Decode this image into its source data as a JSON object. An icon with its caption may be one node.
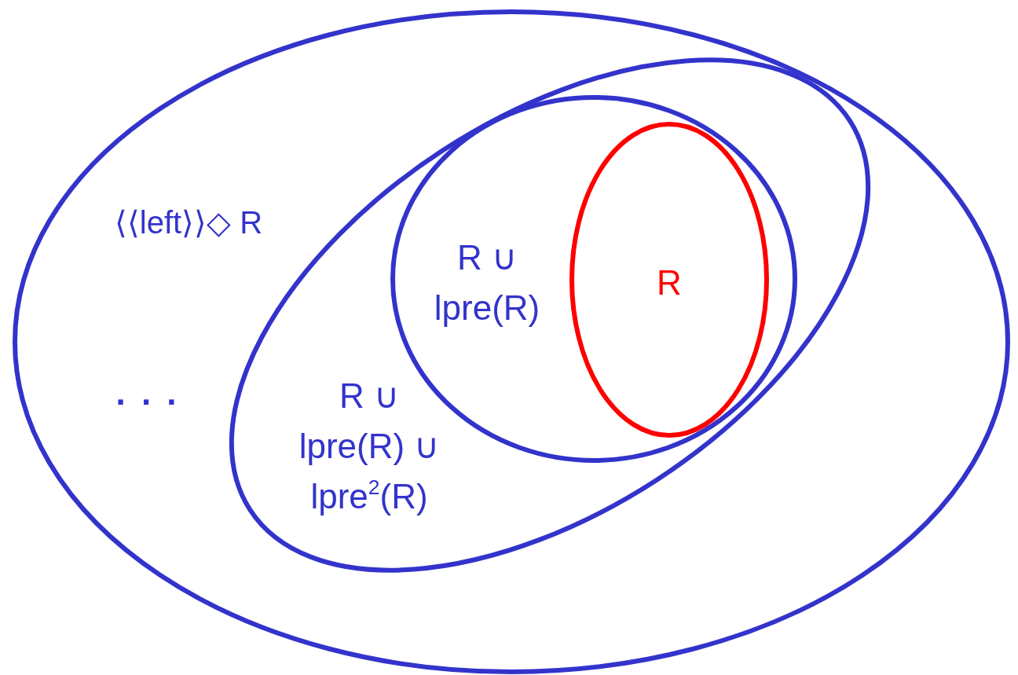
{
  "diagram": {
    "nodes": [
      {
        "text": [
          "⟨⟨left⟩⟩◇ R",
          ". . ."
        ]
      },
      {
        "text": [
          "R ∪ lpre(R) ∪ lpre$^{2}$(R)"
        ],
        "in": 0
      },
      {
        "text": [
          "R ∪ lpre(R)"
        ],
        "in": 1
      },
      {
        "text": [
          "R"
        ],
        "in": 2
      }
    ]
  }
}
